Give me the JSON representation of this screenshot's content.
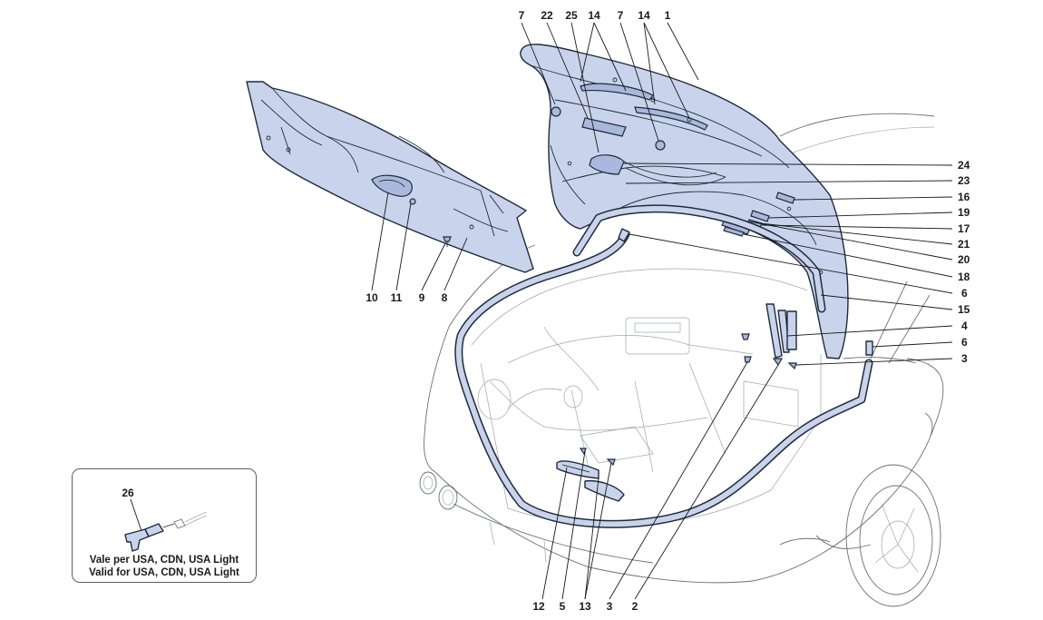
{
  "callouts": {
    "n1": "1",
    "n2": "2",
    "n3": "3",
    "n4": "4",
    "n5": "5",
    "n6": "6",
    "n7": "7",
    "n8": "8",
    "n9": "9",
    "n10": "10",
    "n11": "11",
    "n12": "12",
    "n13": "13",
    "n14": "14",
    "n15": "15",
    "n16": "16",
    "n17": "17",
    "n18": "18",
    "n19": "19",
    "n20": "20",
    "n21": "21",
    "n22": "22",
    "n23": "23",
    "n24": "24",
    "n25": "25",
    "n26": "26"
  },
  "inset": {
    "note_line1": "Vale per USA, CDN, USA Light",
    "note_line2": "Valid for USA, CDN, USA Light"
  },
  "colors": {
    "part_fill": "#c9d4ec",
    "part_outline": "#1f2b3a",
    "car_outline": "#6b6f75"
  }
}
